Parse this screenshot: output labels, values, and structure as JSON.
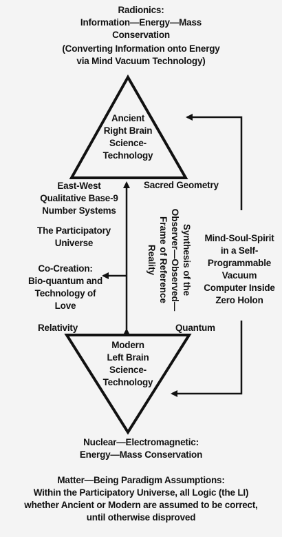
{
  "top": {
    "title": "Radionics:",
    "line2": "Information—Energy—Mass",
    "line3": "Conservation",
    "line4": "(Converting Information onto Energy",
    "line5": "via Mind Vacuum Technology)"
  },
  "upper_triangle": {
    "label": "Ancient\nRight Brain\nScience-\nTechnology"
  },
  "lower_triangle": {
    "label": "Modern\nLeft Brain\nScience-\nTechnology"
  },
  "left_column": {
    "east_west": "East-West\nQualitative Base-9\nNumber Systems",
    "participatory": "The Participatory\nUniverse",
    "co_creation": "Co-Creation:\nBio-quantum and\nTechnology of\nLove"
  },
  "labels": {
    "sacred_geometry": "Sacred Geometry",
    "relativity": "Relativity",
    "quantum": "Quantum"
  },
  "vertical_text": "Synthesis of the\nObserver—Observed—\nFrame of Reference\nReality",
  "right_box": "Mind-Soul-Spirit\nin a Self-\nProgrammable\nVacuum\nComputer Inside\nZero Holon",
  "bottom": {
    "nuclear": "Nuclear—Electromagnetic:\nEnergy—Mass Conservation",
    "assumptions": "Matter—Being Paradigm Assumptions:\nWithin the Participatory Universe, all Logic (the LI)\nwhether Ancient or Modern are assumed to be correct,\nuntil otherwise disproved"
  }
}
